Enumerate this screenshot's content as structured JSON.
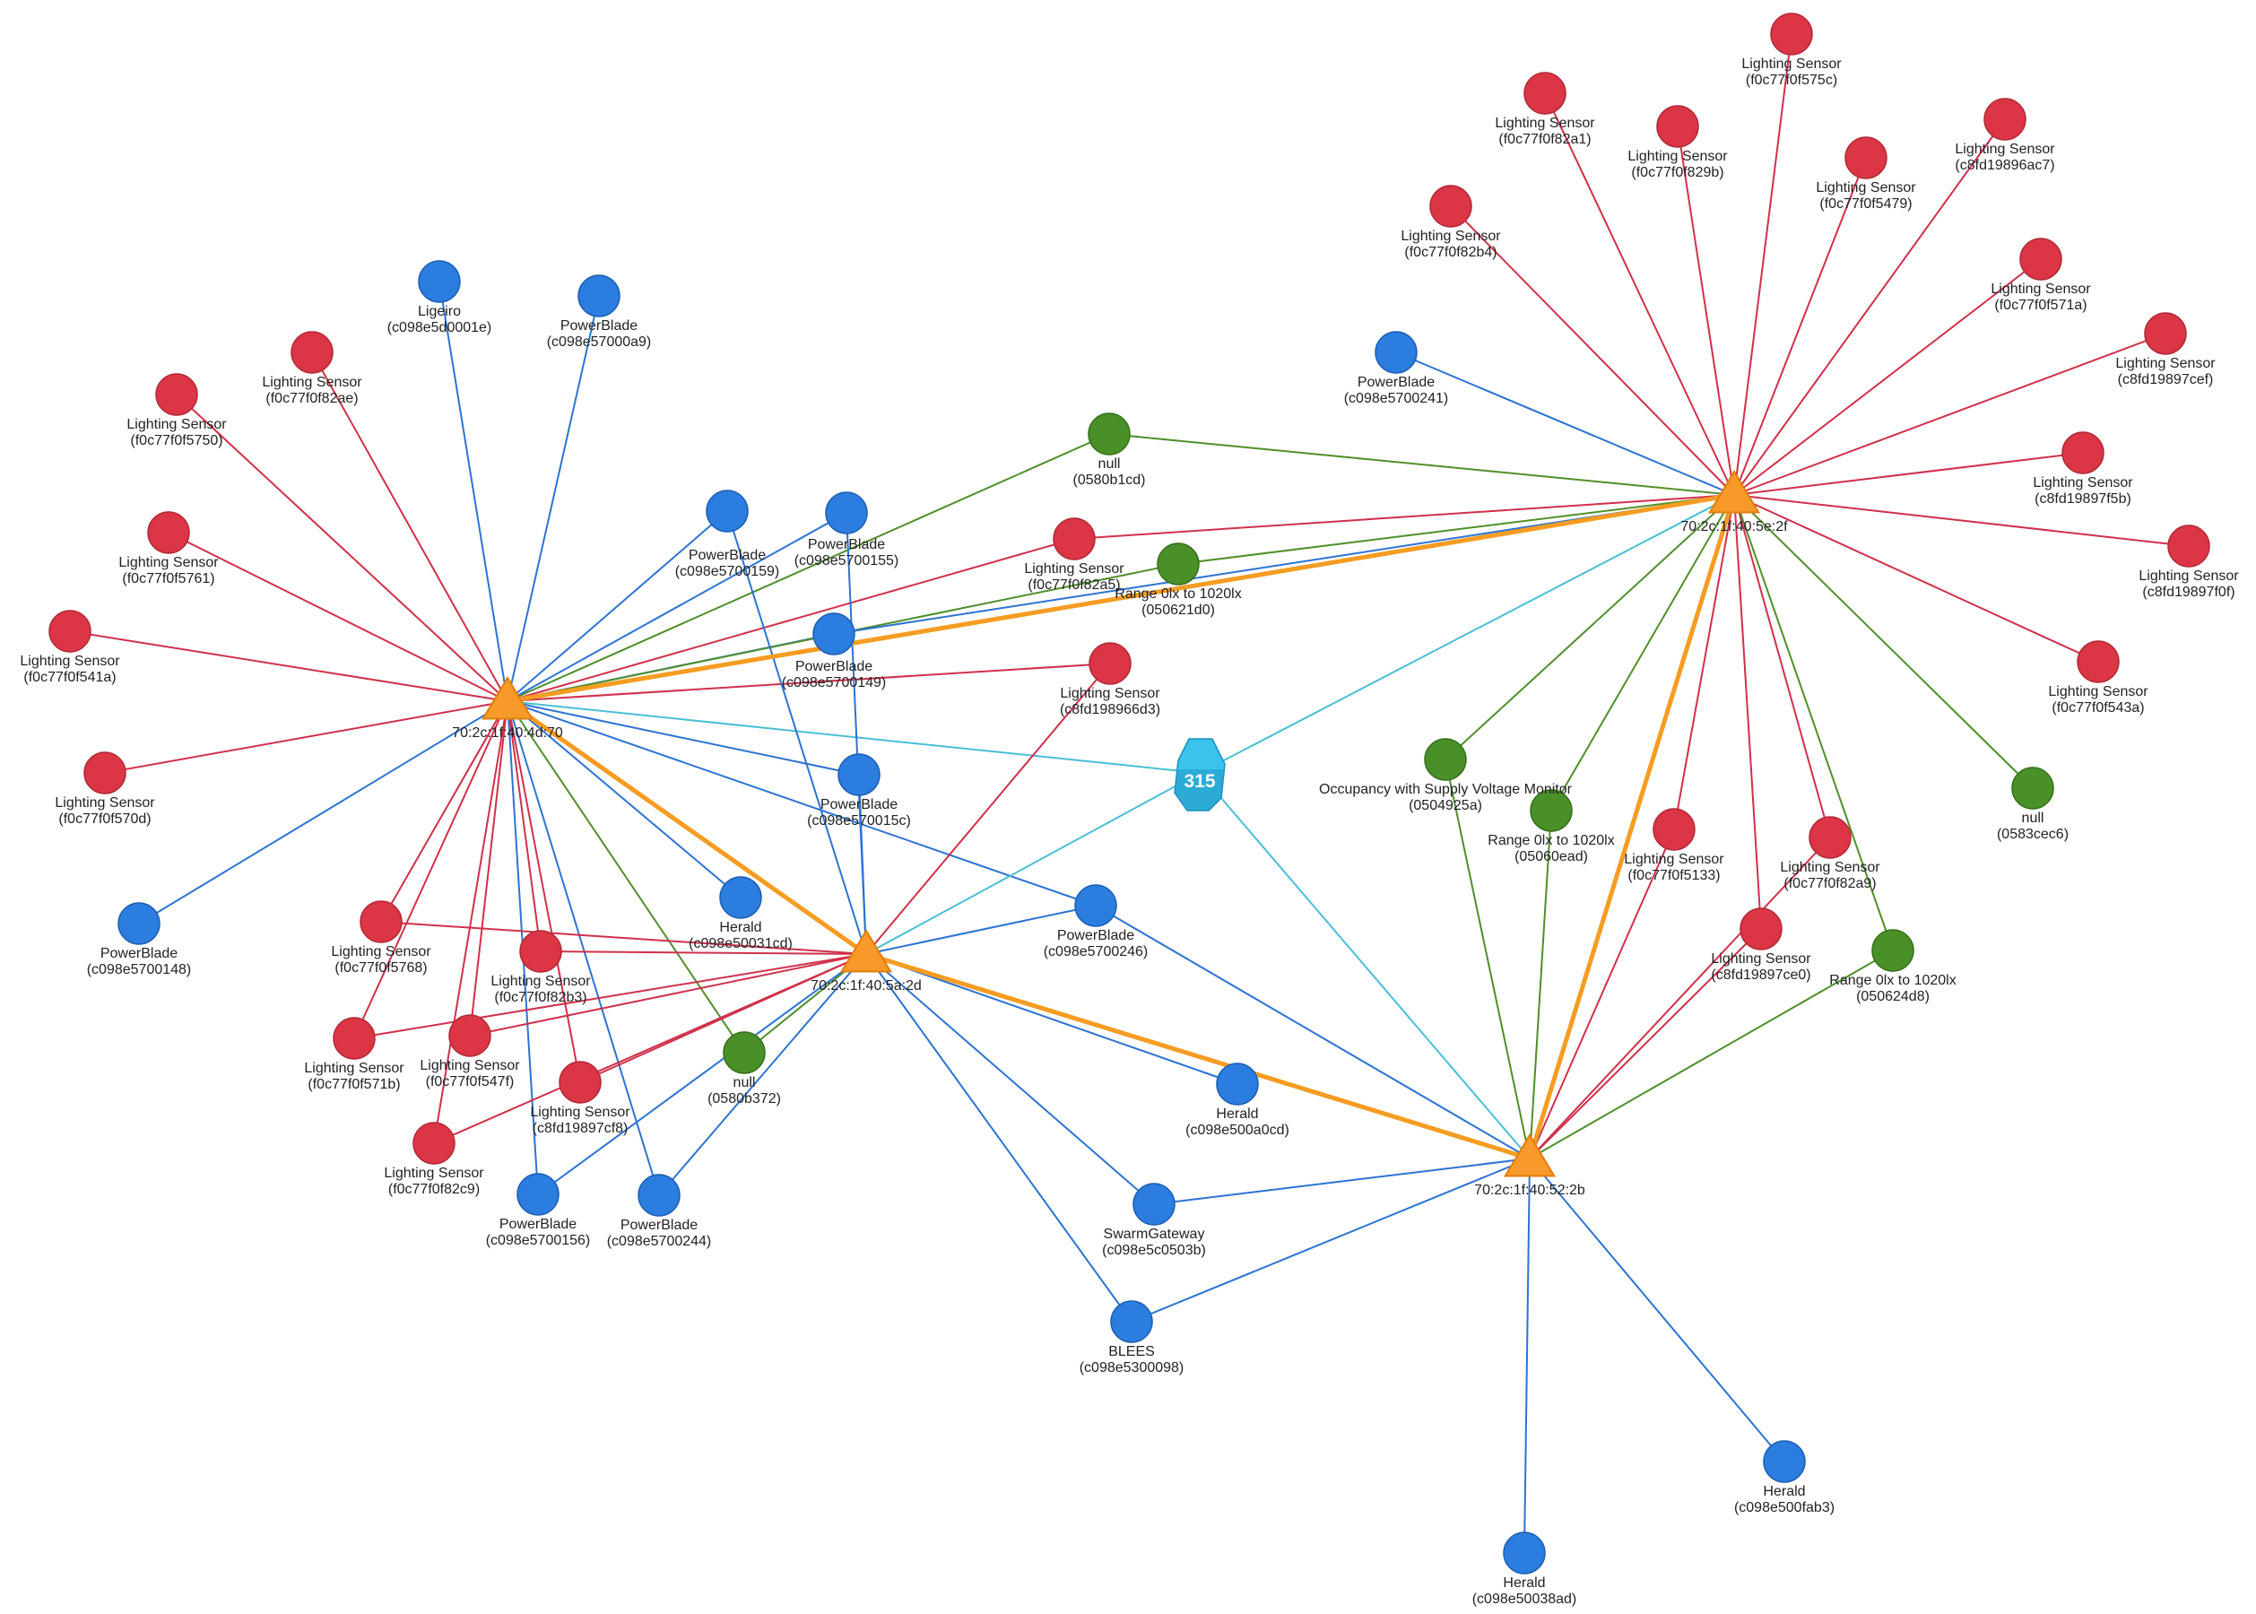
{
  "colors": {
    "lighting": "#dc3545",
    "lighting_stroke": "#b02a37",
    "blue_device": "#2b7de0",
    "blue_stroke": "#1d5fb0",
    "green_device": "#4a9028",
    "green_stroke": "#357019",
    "hub": "#f79a2a",
    "hub_stroke": "#e07f0a",
    "edge_red": "#d0304a",
    "edge_blue": "#2c73d2",
    "edge_green": "#4f8f2a",
    "edge_orange": "#f59c22",
    "edge_cyan": "#49bfd4",
    "cluster": "#3cc3ec",
    "cluster_dark": "#1b8fbf"
  },
  "hubs": [
    {
      "id": "h1",
      "label": "70:2c:1f:40:4d:70"
    },
    {
      "id": "h2",
      "label": "70:2c:1f:40:5e:2f"
    },
    {
      "id": "h3",
      "label": "70:2c:1f:40:5a:2d"
    },
    {
      "id": "h4",
      "label": "70:2c:1f:40:52:2b"
    }
  ],
  "cluster": {
    "id": "cl",
    "count": "315",
    "icon": "cluster-icon"
  },
  "nodes": [
    {
      "id": "n_lig_ligeiro",
      "type": "blue",
      "name": "Ligeiro",
      "addr": "(c098e5d0001e)"
    },
    {
      "id": "n_pb_a9",
      "type": "blue",
      "name": "PowerBlade",
      "addr": "(c098e57000a9)"
    },
    {
      "id": "n_ls_ae",
      "type": "red",
      "name": "Lighting Sensor",
      "addr": "(f0c77f0f82ae)"
    },
    {
      "id": "n_ls_5750",
      "type": "red",
      "name": "Lighting Sensor",
      "addr": "(f0c77f0f5750)"
    },
    {
      "id": "n_ls_5761",
      "type": "red",
      "name": "Lighting Sensor",
      "addr": "(f0c77f0f5761)"
    },
    {
      "id": "n_ls_541a",
      "type": "red",
      "name": "Lighting Sensor",
      "addr": "(f0c77f0f541a)"
    },
    {
      "id": "n_ls_570d",
      "type": "red",
      "name": "Lighting Sensor",
      "addr": "(f0c77f0f570d)"
    },
    {
      "id": "n_pb_148",
      "type": "blue",
      "name": "PowerBlade",
      "addr": "(c098e5700148)"
    },
    {
      "id": "n_pb_159",
      "type": "blue",
      "name": "PowerBlade",
      "addr": "(c098e5700159)"
    },
    {
      "id": "n_pb_155",
      "type": "blue",
      "name": "PowerBlade",
      "addr": "(c098e5700155)"
    },
    {
      "id": "n_pb_149",
      "type": "blue",
      "name": "PowerBlade",
      "addr": "(c098e5700149)"
    },
    {
      "id": "n_pb_15c",
      "type": "blue",
      "name": "PowerBlade",
      "addr": "(c098e570015c)"
    },
    {
      "id": "n_herald_1cd",
      "type": "blue",
      "name": "Herald",
      "addr": "(c098e50031cd)"
    },
    {
      "id": "n_ls_5768",
      "type": "red",
      "name": "Lighting Sensor",
      "addr": "(f0c77f0f5768)"
    },
    {
      "id": "n_ls_b3",
      "type": "red",
      "name": "Lighting Sensor",
      "addr": "(f0c77f0f82b3)"
    },
    {
      "id": "n_ls_571b",
      "type": "red",
      "name": "Lighting Sensor",
      "addr": "(f0c77f0f571b)"
    },
    {
      "id": "n_ls_547f",
      "type": "red",
      "name": "Lighting Sensor",
      "addr": "(f0c77f0f547f)"
    },
    {
      "id": "n_ls_cf8",
      "type": "red",
      "name": "Lighting Sensor",
      "addr": "(c8fd19897cf8)"
    },
    {
      "id": "n_ls_c9",
      "type": "red",
      "name": "Lighting Sensor",
      "addr": "(f0c77f0f82c9)"
    },
    {
      "id": "n_null_372",
      "type": "green",
      "name": "null",
      "addr": "(0580b372)"
    },
    {
      "id": "n_pb_156",
      "type": "blue",
      "name": "PowerBlade",
      "addr": "(c098e5700156)"
    },
    {
      "id": "n_pb_244",
      "type": "blue",
      "name": "PowerBlade",
      "addr": "(c098e5700244)"
    },
    {
      "id": "n_null_1cd",
      "type": "green",
      "name": "null",
      "addr": "(0580b1cd)"
    },
    {
      "id": "n_ls_a5",
      "type": "red",
      "name": "Lighting Sensor",
      "addr": "(f0c77f0f82a5)"
    },
    {
      "id": "n_range_1d0",
      "type": "green",
      "name": "Range 0lx to 1020lx",
      "addr": "(050621d0)"
    },
    {
      "id": "n_ls_6d3",
      "type": "red",
      "name": "Lighting Sensor",
      "addr": "(c8fd198966d3)"
    },
    {
      "id": "n_pb_246",
      "type": "blue",
      "name": "PowerBlade",
      "addr": "(c098e5700246)"
    },
    {
      "id": "n_herald_0cd",
      "type": "blue",
      "name": "Herald",
      "addr": "(c098e500a0cd)"
    },
    {
      "id": "n_swarm",
      "type": "blue",
      "name": "SwarmGateway",
      "addr": "(c098e5c0503b)"
    },
    {
      "id": "n_blees",
      "type": "blue",
      "name": "BLEES",
      "addr": "(c098e5300098)"
    },
    {
      "id": "n_pb_241",
      "type": "blue",
      "name": "PowerBlade",
      "addr": "(c098e5700241)"
    },
    {
      "id": "n_ls_b4",
      "type": "red",
      "name": "Lighting Sensor",
      "addr": "(f0c77f0f82b4)"
    },
    {
      "id": "n_ls_a1",
      "type": "red",
      "name": "Lighting Sensor",
      "addr": "(f0c77f0f82a1)"
    },
    {
      "id": "n_ls_829b",
      "type": "red",
      "name": "Lighting Sensor",
      "addr": "(f0c77f0f829b)"
    },
    {
      "id": "n_ls_575c",
      "type": "red",
      "name": "Lighting Sensor",
      "addr": "(f0c77f0f575c)"
    },
    {
      "id": "n_ls_5479",
      "type": "red",
      "name": "Lighting Sensor",
      "addr": "(f0c77f0f5479)"
    },
    {
      "id": "n_ls_ac7",
      "type": "red",
      "name": "Lighting Sensor",
      "addr": "(c8fd19896ac7)"
    },
    {
      "id": "n_ls_571a",
      "type": "red",
      "name": "Lighting Sensor",
      "addr": "(f0c77f0f571a)"
    },
    {
      "id": "n_ls_cef",
      "type": "red",
      "name": "Lighting Sensor",
      "addr": "(c8fd19897cef)"
    },
    {
      "id": "n_ls_f5b",
      "type": "red",
      "name": "Lighting Sensor",
      "addr": "(c8fd19897f5b)"
    },
    {
      "id": "n_ls_f0f",
      "type": "red",
      "name": "Lighting Sensor",
      "addr": "(c8fd19897f0f)"
    },
    {
      "id": "n_ls_543a",
      "type": "red",
      "name": "Lighting Sensor",
      "addr": "(f0c77f0f543a)"
    },
    {
      "id": "n_occ",
      "type": "green",
      "name": "Occupancy with Supply Voltage Monitor",
      "addr": "(0504925a)"
    },
    {
      "id": "n_range_ead",
      "type": "green",
      "name": "Range 0lx to 1020lx",
      "addr": "(05060ead)"
    },
    {
      "id": "n_ls_5133",
      "type": "red",
      "name": "Lighting Sensor",
      "addr": "(f0c77f0f5133)"
    },
    {
      "id": "n_ls_a9",
      "type": "red",
      "name": "Lighting Sensor",
      "addr": "(f0c77f0f82a9)"
    },
    {
      "id": "n_ls_ce0",
      "type": "red",
      "name": "Lighting Sensor",
      "addr": "(c8fd19897ce0)"
    },
    {
      "id": "n_range_4d8",
      "type": "green",
      "name": "Range 0lx to 1020lx",
      "addr": "(050624d8)"
    },
    {
      "id": "n_null_ec6",
      "type": "green",
      "name": "null",
      "addr": "(0583cec6)"
    },
    {
      "id": "n_herald_ab3",
      "type": "blue",
      "name": "Herald",
      "addr": "(c098e500fab3)"
    },
    {
      "id": "n_herald_8ad",
      "type": "blue",
      "name": "Herald",
      "addr": "(c098e50038ad)"
    }
  ],
  "edges": [
    [
      "h1",
      "n_lig_ligeiro",
      "blue"
    ],
    [
      "h1",
      "n_pb_a9",
      "blue"
    ],
    [
      "h1",
      "n_ls_ae",
      "red"
    ],
    [
      "h1",
      "n_ls_5750",
      "red"
    ],
    [
      "h1",
      "n_ls_5761",
      "red"
    ],
    [
      "h1",
      "n_ls_541a",
      "red"
    ],
    [
      "h1",
      "n_ls_570d",
      "red"
    ],
    [
      "h1",
      "n_pb_148",
      "blue"
    ],
    [
      "h1",
      "n_pb_159",
      "blue"
    ],
    [
      "h1",
      "n_pb_155",
      "blue"
    ],
    [
      "h1",
      "n_pb_149",
      "blue"
    ],
    [
      "h1",
      "n_pb_15c",
      "blue"
    ],
    [
      "h1",
      "n_herald_1cd",
      "blue"
    ],
    [
      "h1",
      "n_ls_5768",
      "red"
    ],
    [
      "h1",
      "n_ls_b3",
      "red"
    ],
    [
      "h1",
      "n_ls_571b",
      "red"
    ],
    [
      "h1",
      "n_ls_547f",
      "red"
    ],
    [
      "h1",
      "n_ls_cf8",
      "red"
    ],
    [
      "h1",
      "n_ls_c9",
      "red"
    ],
    [
      "h1",
      "n_null_372",
      "green"
    ],
    [
      "h1",
      "n_pb_156",
      "blue"
    ],
    [
      "h1",
      "n_pb_244",
      "blue"
    ],
    [
      "h1",
      "n_null_1cd",
      "green"
    ],
    [
      "h1",
      "n_ls_a5",
      "red"
    ],
    [
      "h1",
      "n_range_1d0",
      "green"
    ],
    [
      "h1",
      "n_ls_6d3",
      "red"
    ],
    [
      "h1",
      "n_pb_246",
      "blue"
    ],
    [
      "h1",
      "cl",
      "cyan"
    ],
    [
      "h1",
      "h2",
      "orange"
    ],
    [
      "h1",
      "h3",
      "orange"
    ],
    [
      "h3",
      "n_ls_5768",
      "red"
    ],
    [
      "h3",
      "n_ls_b3",
      "red"
    ],
    [
      "h3",
      "n_ls_571b",
      "red"
    ],
    [
      "h3",
      "n_ls_547f",
      "red"
    ],
    [
      "h3",
      "n_ls_cf8",
      "red"
    ],
    [
      "h3",
      "n_ls_c9",
      "red"
    ],
    [
      "h3",
      "n_null_372",
      "green"
    ],
    [
      "h3",
      "n_pb_156",
      "blue"
    ],
    [
      "h3",
      "n_pb_244",
      "blue"
    ],
    [
      "h3",
      "n_pb_159",
      "blue"
    ],
    [
      "h3",
      "n_pb_155",
      "blue"
    ],
    [
      "h3",
      "n_pb_15c",
      "blue"
    ],
    [
      "h3",
      "n_pb_246",
      "blue"
    ],
    [
      "h3",
      "n_herald_0cd",
      "blue"
    ],
    [
      "h3",
      "n_swarm",
      "blue"
    ],
    [
      "h3",
      "n_blees",
      "blue"
    ],
    [
      "h3",
      "n_ls_6d3",
      "red"
    ],
    [
      "h3",
      "cl",
      "cyan"
    ],
    [
      "h3",
      "h4",
      "orange"
    ],
    [
      "h2",
      "n_pb_241",
      "blue"
    ],
    [
      "h2",
      "n_ls_b4",
      "red"
    ],
    [
      "h2",
      "n_ls_a1",
      "red"
    ],
    [
      "h2",
      "n_ls_829b",
      "red"
    ],
    [
      "h2",
      "n_ls_575c",
      "red"
    ],
    [
      "h2",
      "n_ls_5479",
      "red"
    ],
    [
      "h2",
      "n_ls_ac7",
      "red"
    ],
    [
      "h2",
      "n_ls_571a",
      "red"
    ],
    [
      "h2",
      "n_ls_cef",
      "red"
    ],
    [
      "h2",
      "n_ls_f5b",
      "red"
    ],
    [
      "h2",
      "n_ls_f0f",
      "red"
    ],
    [
      "h2",
      "n_ls_543a",
      "red"
    ],
    [
      "h2",
      "n_null_1cd",
      "green"
    ],
    [
      "h2",
      "n_ls_a5",
      "red"
    ],
    [
      "h2",
      "n_range_1d0",
      "green"
    ],
    [
      "h2",
      "n_pb_149",
      "blue"
    ],
    [
      "h2",
      "n_occ",
      "green"
    ],
    [
      "h2",
      "n_range_ead",
      "green"
    ],
    [
      "h2",
      "n_ls_5133",
      "red"
    ],
    [
      "h2",
      "n_ls_a9",
      "red"
    ],
    [
      "h2",
      "n_ls_ce0",
      "red"
    ],
    [
      "h2",
      "n_range_4d8",
      "green"
    ],
    [
      "h2",
      "n_null_ec6",
      "green"
    ],
    [
      "h2",
      "cl",
      "cyan"
    ],
    [
      "h2",
      "h4",
      "orange"
    ],
    [
      "h4",
      "n_occ",
      "green"
    ],
    [
      "h4",
      "n_range_ead",
      "green"
    ],
    [
      "h4",
      "n_ls_5133",
      "red"
    ],
    [
      "h4",
      "n_ls_a9",
      "red"
    ],
    [
      "h4",
      "n_ls_ce0",
      "red"
    ],
    [
      "h4",
      "n_range_4d8",
      "green"
    ],
    [
      "h4",
      "n_pb_246",
      "blue"
    ],
    [
      "h4",
      "n_swarm",
      "blue"
    ],
    [
      "h4",
      "n_blees",
      "blue"
    ],
    [
      "h4",
      "n_herald_ab3",
      "blue"
    ],
    [
      "h4",
      "n_herald_8ad",
      "blue"
    ],
    [
      "h4",
      "cl",
      "cyan"
    ]
  ]
}
